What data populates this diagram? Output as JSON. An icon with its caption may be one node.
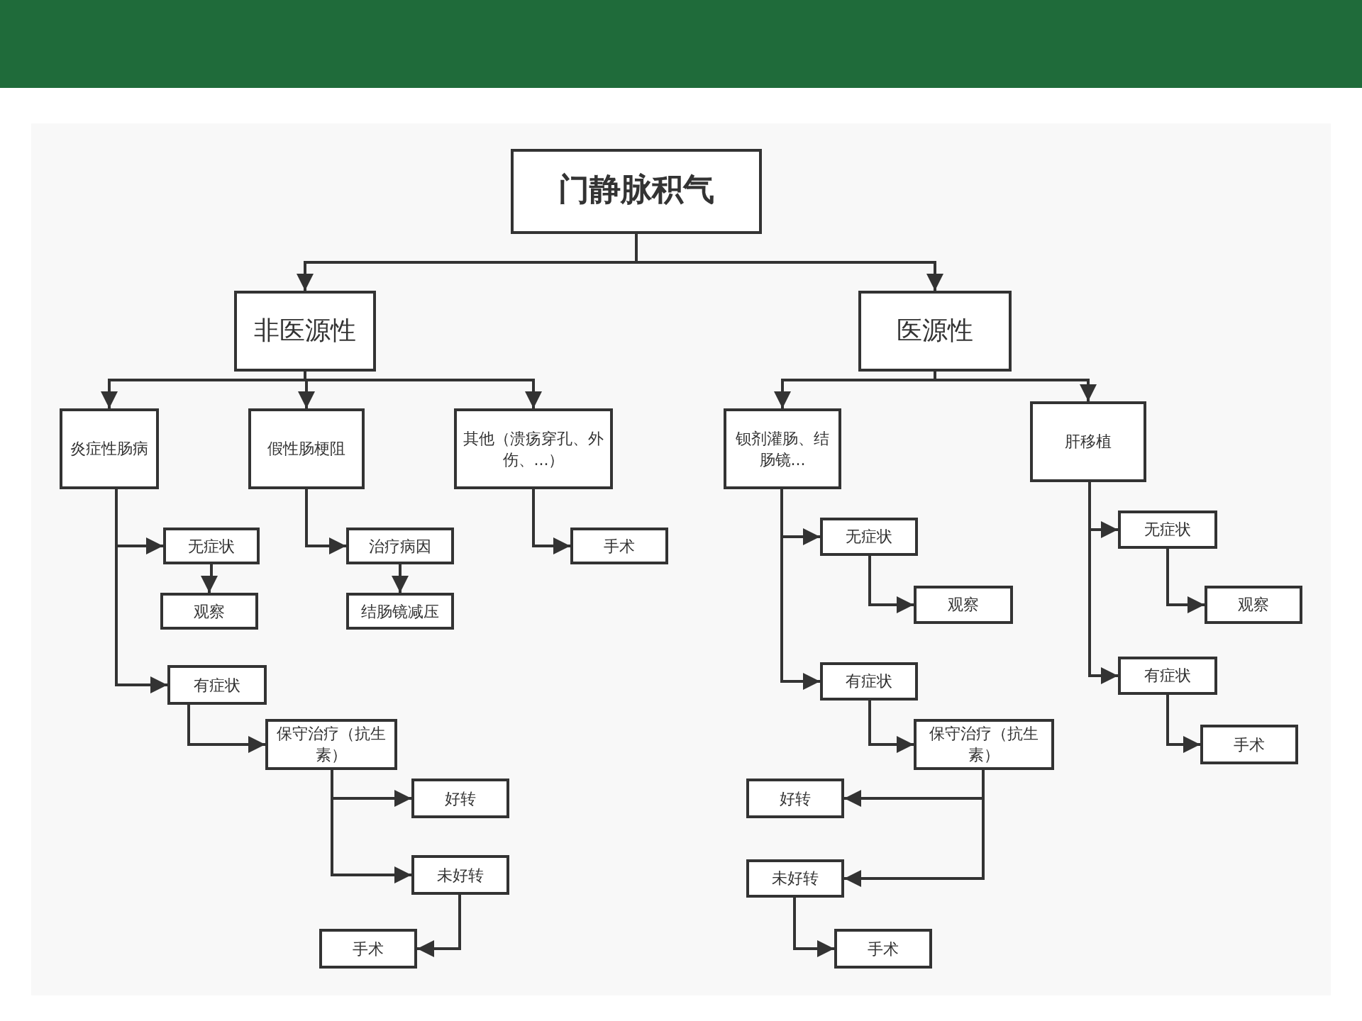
{
  "diagram": {
    "nodes": [
      {
        "text": [
          "门静脉积气"
        ]
      },
      {
        "text": [
          "非医源性"
        ]
      },
      {
        "text": [
          "医源性"
        ]
      },
      {
        "text": [
          "炎症性肠病"
        ]
      },
      {
        "text": [
          "假性肠梗阻"
        ]
      },
      {
        "text": [
          "其他（溃疡穿孔、外伤、...）"
        ]
      },
      {
        "text": [
          "钡剂灌肠、结肠镜..."
        ]
      },
      {
        "text": [
          "肝移植"
        ]
      },
      {
        "text": [
          "无症状"
        ]
      },
      {
        "text": [
          "治疗病因"
        ]
      },
      {
        "text": [
          "手术"
        ]
      },
      {
        "text": [
          "观察"
        ]
      },
      {
        "text": [
          "结肠镜减压"
        ]
      },
      {
        "text": [
          "无症状"
        ]
      },
      {
        "text": [
          "无症状"
        ]
      },
      {
        "text": [
          "观察"
        ]
      },
      {
        "text": [
          "观察"
        ]
      },
      {
        "text": [
          "有症状"
        ]
      },
      {
        "text": [
          "有症状"
        ]
      },
      {
        "text": [
          "有症状"
        ]
      },
      {
        "text": [
          "保守治疗（抗生素）"
        ]
      },
      {
        "text": [
          "保守治疗（抗生素）"
        ]
      },
      {
        "text": [
          "手术"
        ]
      },
      {
        "text": [
          "好转"
        ]
      },
      {
        "text": [
          "好转"
        ]
      },
      {
        "text": [
          "未好转"
        ]
      },
      {
        "text": [
          "未好转"
        ]
      },
      {
        "text": [
          "手术"
        ]
      },
      {
        "text": [
          "手术"
        ]
      }
    ],
    "edges": [
      {
        "from": 0,
        "to": 1,
        "arrow": "to"
      },
      {
        "from": 0,
        "to": 2,
        "arrow": "to"
      },
      {
        "from": 1,
        "to": 3,
        "arrow": "to"
      },
      {
        "from": 1,
        "to": 4,
        "arrow": "to"
      },
      {
        "from": 1,
        "to": 5,
        "arrow": "to"
      },
      {
        "from": 2,
        "to": 6,
        "arrow": "to"
      },
      {
        "from": 2,
        "to": 7,
        "arrow": "to"
      },
      {
        "from": 3,
        "to": 8,
        "arrow": "to"
      },
      {
        "from": 3,
        "to": 17,
        "arrow": "to"
      },
      {
        "from": 8,
        "to": 11,
        "arrow": "to"
      },
      {
        "from": 4,
        "to": 9,
        "arrow": "to"
      },
      {
        "from": 9,
        "to": 12,
        "arrow": "to"
      },
      {
        "from": 5,
        "to": 10,
        "arrow": "to"
      },
      {
        "from": 6,
        "to": 13,
        "arrow": "to"
      },
      {
        "from": 6,
        "to": 18,
        "arrow": "to"
      },
      {
        "from": 13,
        "to": 15,
        "arrow": "to"
      },
      {
        "from": 7,
        "to": 14,
        "arrow": "to"
      },
      {
        "from": 7,
        "to": 19,
        "arrow": "to"
      },
      {
        "from": 14,
        "to": 16,
        "arrow": "to"
      },
      {
        "from": 19,
        "to": 22,
        "arrow": "to"
      },
      {
        "from": 17,
        "to": 20,
        "arrow": "to"
      },
      {
        "from": 20,
        "to": 23,
        "arrow": "to"
      },
      {
        "from": 20,
        "to": 25,
        "arrow": "to"
      },
      {
        "from": 25,
        "to": 27,
        "arrow": "to"
      },
      {
        "from": 18,
        "to": 21,
        "arrow": "to"
      },
      {
        "from": 21,
        "to": 24,
        "arrow": "to"
      },
      {
        "from": 21,
        "to": 26,
        "arrow": "to"
      },
      {
        "from": 26,
        "to": 28,
        "arrow": "to"
      }
    ]
  }
}
